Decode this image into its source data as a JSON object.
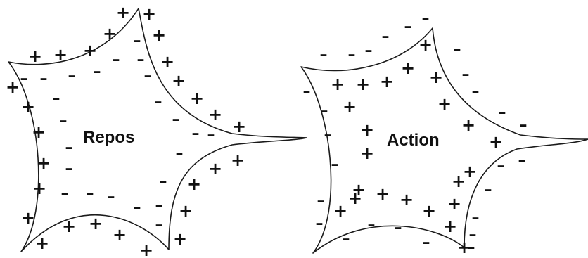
{
  "cells": [
    {
      "id": "repos",
      "label": "Repos",
      "plus_symbol": "+",
      "minus_symbol": "–"
    },
    {
      "id": "action",
      "label": "Action",
      "plus_symbol": "+",
      "minus_symbol": "–"
    }
  ],
  "colors": {
    "ink": "#111111",
    "outline": "#1a1a1a",
    "background": "#ffffff"
  }
}
